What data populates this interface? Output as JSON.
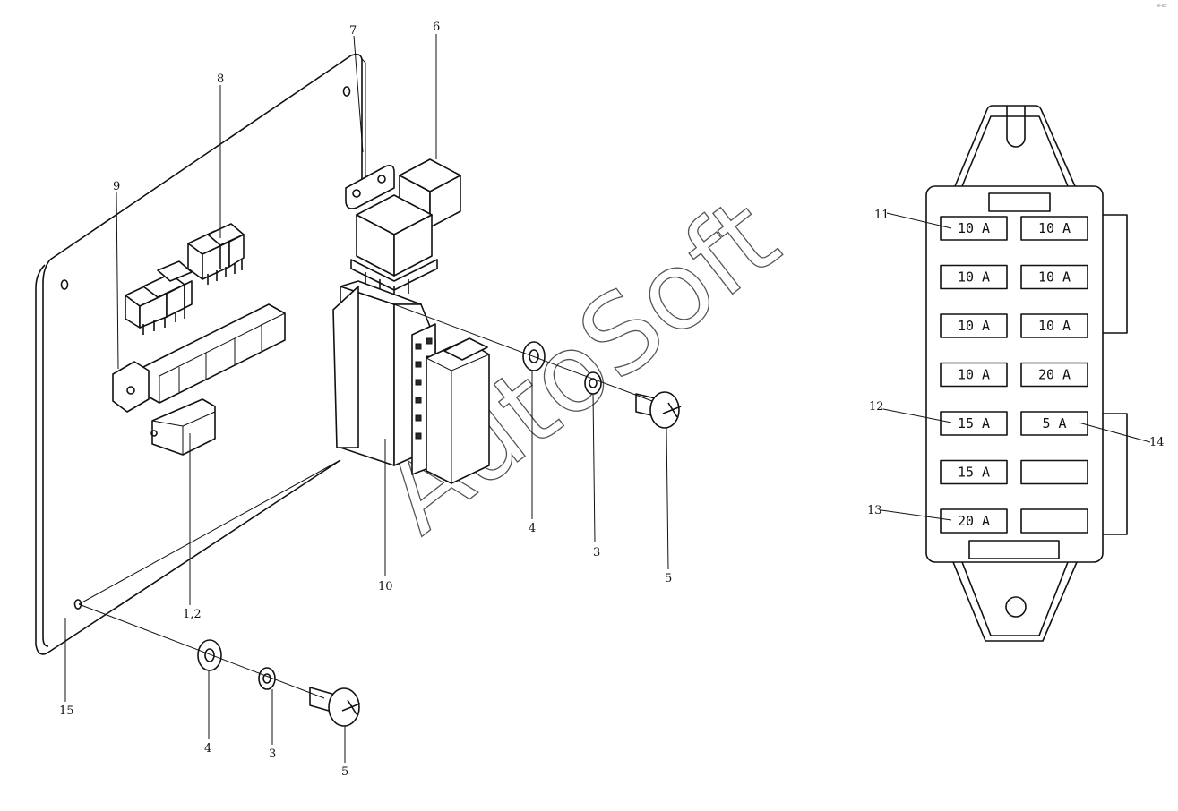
{
  "watermark": "AutoSoft",
  "corner_mark": "e-ec",
  "callouts": {
    "c1_2": "1,2",
    "c3a": "3",
    "c3b": "3",
    "c4a": "4",
    "c4b": "4",
    "c5a": "5",
    "c5b": "5",
    "c6": "6",
    "c7": "7",
    "c8": "8",
    "c9": "9",
    "c10": "10",
    "c11": "11",
    "c12": "12",
    "c13": "13",
    "c14": "14",
    "c15": "15"
  },
  "fuse_box": {
    "left_column": [
      "10 A",
      "10 A",
      "10 A",
      "10 A",
      "15 A",
      "15 A",
      "20 A"
    ],
    "right_column": [
      "10 A",
      "10 A",
      "10 A",
      "20 A",
      "5 A",
      "",
      ""
    ]
  }
}
